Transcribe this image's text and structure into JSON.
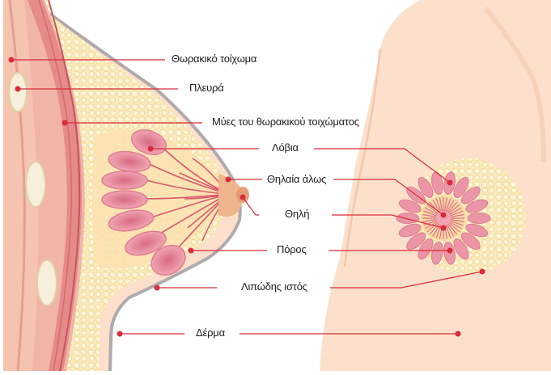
{
  "labels": {
    "chest_wall": "Θωρακικό τοίχωμα",
    "rib": "Πλευρά",
    "chest_muscles": "Μύες του θωρακικού τοιχώματος",
    "lobules": "Λόβια",
    "areola": "Θηλαία άλως",
    "nipple": "Θηλή",
    "duct": "Πόρος",
    "fat": "Λιπώδης ιστός",
    "skin": "Δέρμα"
  },
  "colors": {
    "skin": "#fde0cb",
    "skin_dark": "#f6c9ad",
    "muscle": "#e5948f",
    "muscle_light": "#f1b9a8",
    "fat": "#fbeab8",
    "fat_cell": "#f3d98e",
    "lobule": "#e98d9f",
    "lobule_dark": "#c9566f",
    "duct": "#d95a6e",
    "line": "#d92b3a",
    "body_outline": "#a9a3a6",
    "nipple": "#e8a27a"
  }
}
